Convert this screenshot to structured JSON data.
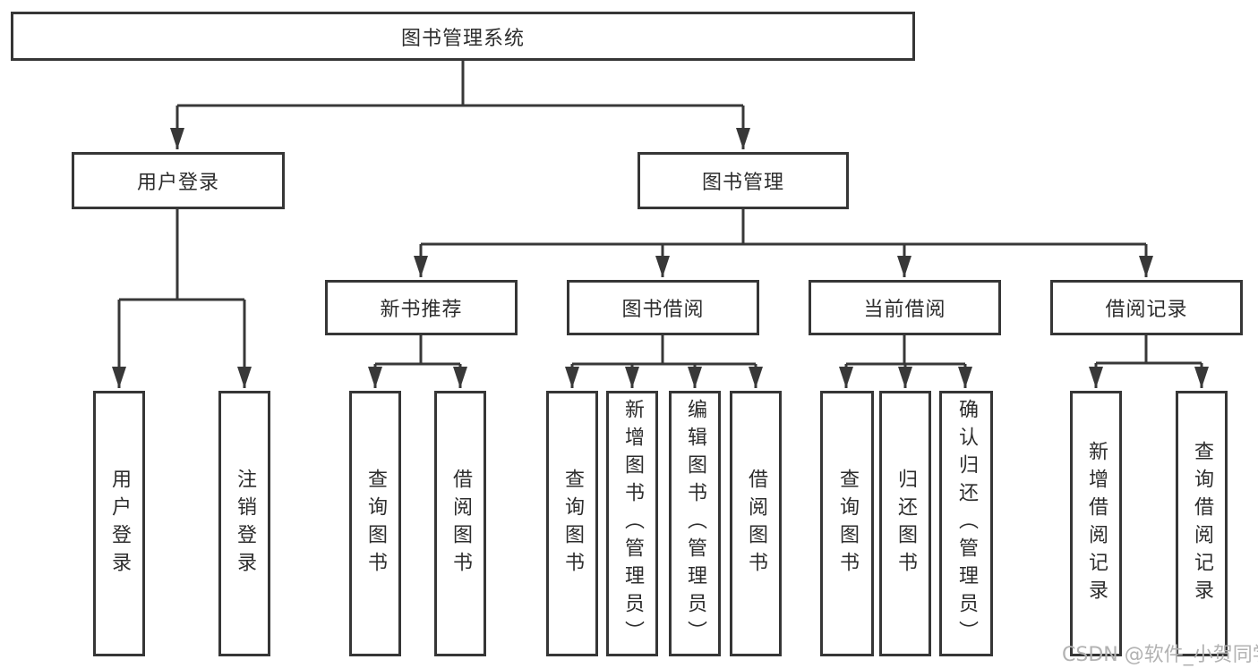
{
  "diagram_title": "图书管理系统",
  "tree": {
    "root": {
      "label": "图书管理系统"
    },
    "branches": [
      {
        "label": "用户登录",
        "children": [
          {
            "label": "用户登录"
          },
          {
            "label": "注销登录"
          }
        ]
      },
      {
        "label": "图书管理",
        "children": [
          {
            "label": "新书推荐",
            "children": [
              {
                "label": "查询图书"
              },
              {
                "label": "借阅图书"
              }
            ]
          },
          {
            "label": "图书借阅",
            "children": [
              {
                "label": "查询图书"
              },
              {
                "label": "新增图书（管理员）"
              },
              {
                "label": "编辑图书（管理员）"
              },
              {
                "label": "借阅图书"
              }
            ]
          },
          {
            "label": "当前借阅",
            "children": [
              {
                "label": "查询图书"
              },
              {
                "label": "归还图书"
              },
              {
                "label": "确认归还（管理员）"
              }
            ]
          },
          {
            "label": "借阅记录",
            "children": [
              {
                "label": "新增借阅记录"
              },
              {
                "label": "查询借阅记录"
              }
            ]
          }
        ]
      }
    ]
  },
  "watermark": "CSDN @软件_小贺同学",
  "colors": {
    "line": "#383838",
    "box_border": "#363636",
    "text": "#2d2d2d",
    "watermark_text": "#b2b2b2",
    "background": "#ffffff"
  }
}
